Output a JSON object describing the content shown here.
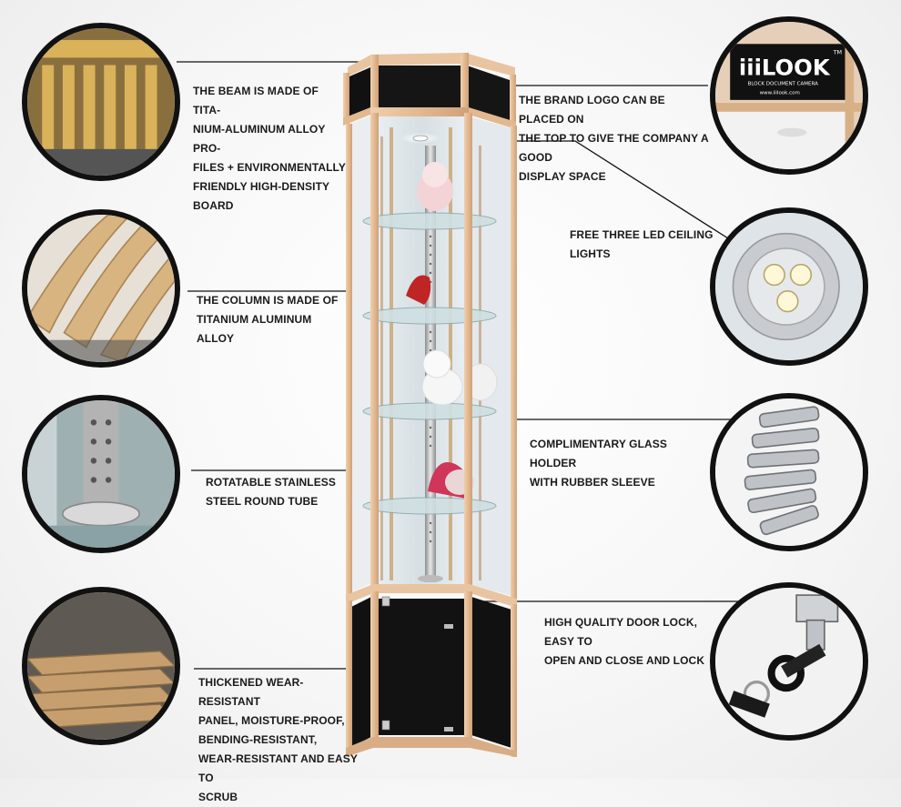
{
  "callouts": {
    "beam": "The beam is made of tita-\nnium-aluminum alloy pro-\nfiles + environmentally\nfriendly high-density board",
    "brand": "The brand logo can be placed on\nthe top to give the company a good\ndisplay space",
    "lights": "Free three LED ceiling\nlights",
    "column": "The column is made of\ntitanium aluminum alloy",
    "glass_holder": "Complimentary glass holder\nwith rubber sleeve",
    "tube": "Rotatable stainless\nsteel round tube",
    "lock": "High quality door lock, easy to\nopen and close and lock",
    "panel": "Thickened wear-resistant\npanel, moisture-proof,\nbending-resistant,\nwear-resistant and easy to\nscrub"
  },
  "logo": {
    "brand": "iiiLOOK",
    "trademark": "TM",
    "tagline": "BLOCK  DOCUMENT  CAMERA",
    "url": "www.iiilook.com"
  },
  "colors": {
    "frame": "#e7bf99",
    "frame_dark": "#c99b72",
    "panel": "#111111",
    "glass": "#dfe6ea",
    "leader": "#111111"
  }
}
